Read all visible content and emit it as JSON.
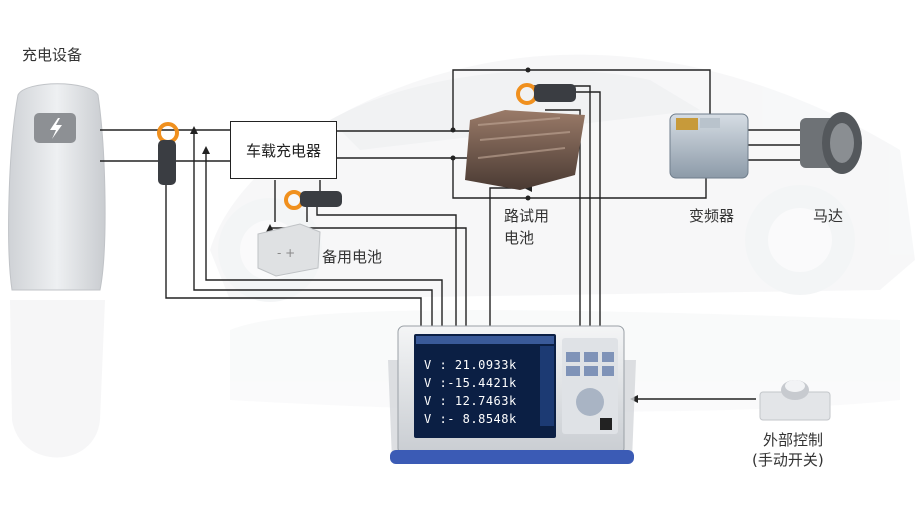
{
  "labels": {
    "charger": "充电设备",
    "onboard_charger": "车载充电器",
    "backup_battery": "备用电池",
    "test_battery_line1": "路试用",
    "test_battery_line2": "电池",
    "inverter": "变频器",
    "motor": "马达",
    "external_control_line1": "外部控制",
    "external_control_line2": "(手动开关)"
  },
  "analyzer_screen": {
    "rows": [
      {
        "prefix": "V",
        "value": ": 21.0933k"
      },
      {
        "prefix": "V",
        "value": ":-15.4421k"
      },
      {
        "prefix": "V",
        "value": ": 12.7463k"
      },
      {
        "prefix": "V",
        "value": ":- 8.8548k"
      }
    ]
  },
  "icons": {
    "charger": "lightning-icon",
    "battery": "battery-plus-minus-icon"
  },
  "colors": {
    "wire": "#222222",
    "clamp_ring": "#f0901e",
    "screen": "#0b1f44",
    "analyzer_base": "#3b5bb5"
  }
}
